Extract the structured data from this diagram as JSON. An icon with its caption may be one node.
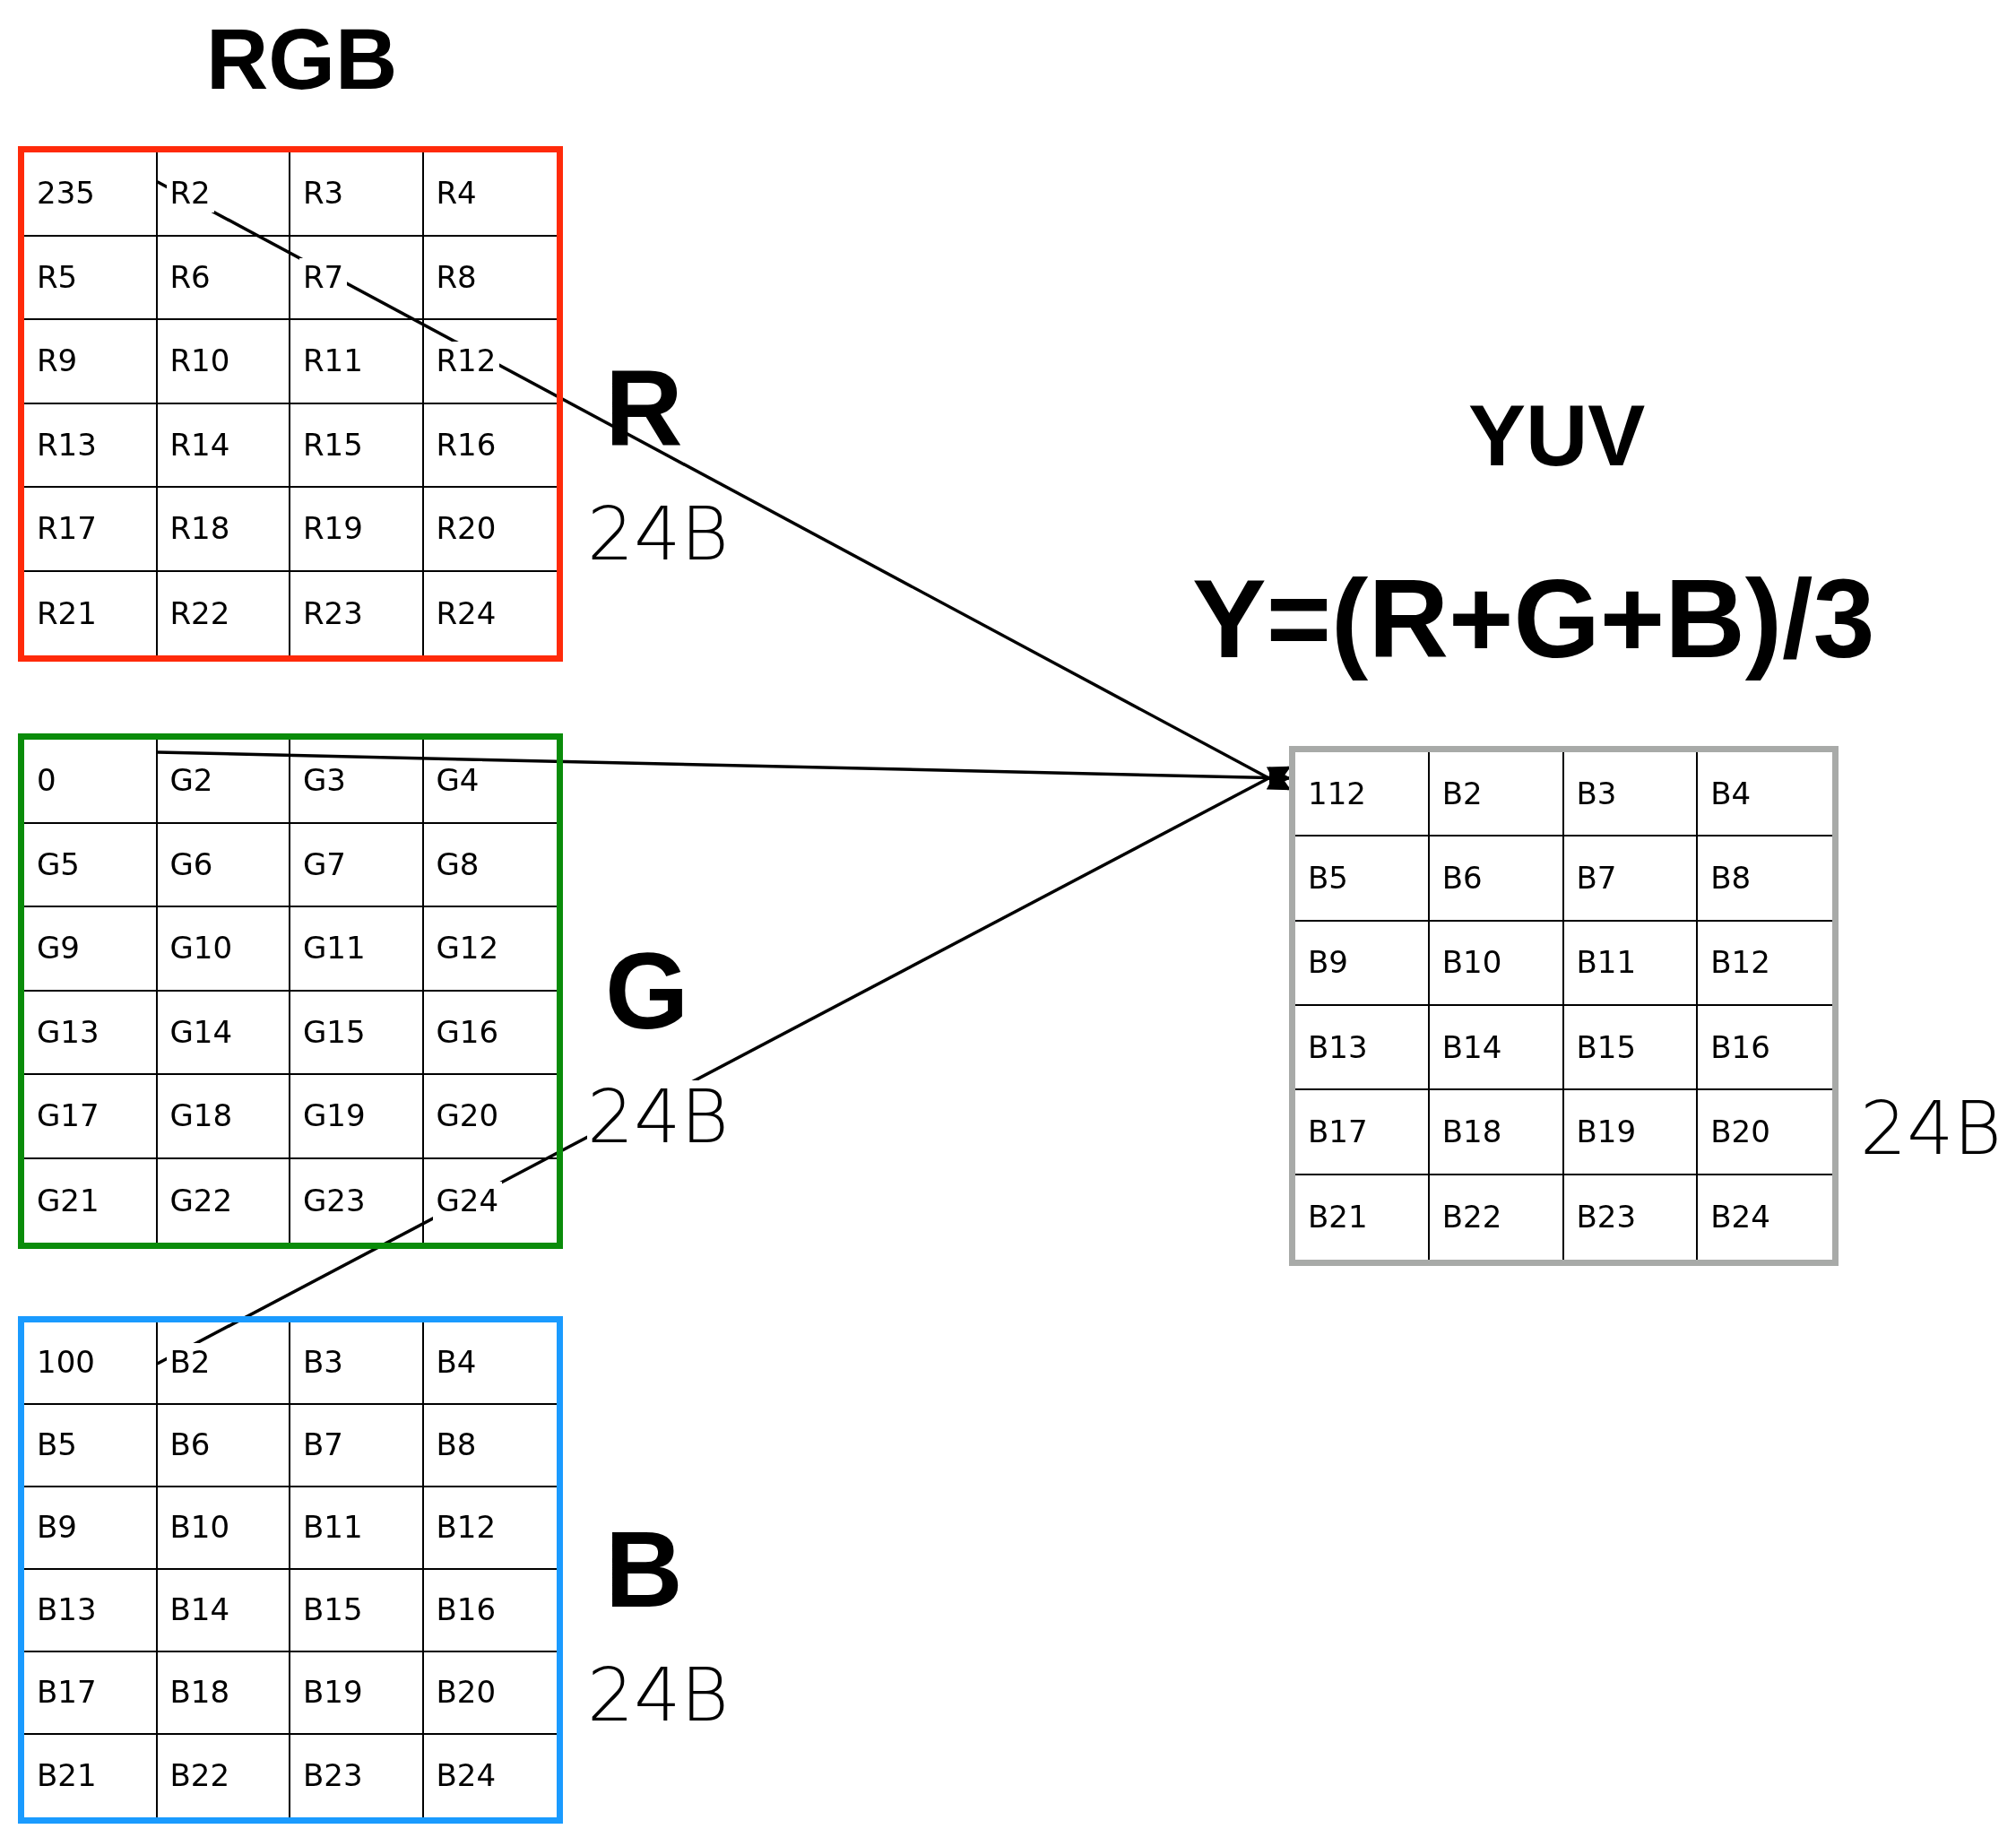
{
  "diagram": {
    "nodes": [
      {
        "text": [
          "R2",
          "R3",
          "R4",
          "R5",
          "R6",
          "R7",
          "R8",
          "R9",
          "R10",
          "R11",
          "R12",
          "R13",
          "R14",
          "R15",
          "R16",
          "R17",
          "R18",
          "R19",
          "R20",
          "R21",
          "R22",
          "R23",
          "R24"
        ],
        "beside": [
          "R",
          "24B"
        ]
      },
      {
        "text": [
          "235"
        ],
        "in": 0
      },
      {
        "text": [
          "G2",
          "G3",
          "G4",
          "G5",
          "G6",
          "G7",
          "G8",
          "G9",
          "G10",
          "G11",
          "G12",
          "G13",
          "G14",
          "G15",
          "G16",
          "G17",
          "G18",
          "G19",
          "G20",
          "G21",
          "G22",
          "G23",
          "G24"
        ],
        "beside": [
          "G",
          "24B"
        ]
      },
      {
        "text": [
          "0"
        ],
        "in": 2
      },
      {
        "text": [
          "B2",
          "B3",
          "B4",
          "B5",
          "B6",
          "B7",
          "B8",
          "B9",
          "B10",
          "B11",
          "B12",
          "B13",
          "B14",
          "B15",
          "B16",
          "B17",
          "B18",
          "B19",
          "B20",
          "B21",
          "B22",
          "B23",
          "B24"
        ],
        "beside": [
          "B",
          "24B"
        ]
      },
      {
        "text": [
          "100"
        ],
        "in": 4
      },
      {
        "text": [
          "112",
          "B2",
          "B3",
          "B4",
          "B5",
          "B6",
          "B7",
          "B8",
          "B9",
          "B10",
          "B11",
          "B12",
          "B13",
          "B14",
          "B15",
          "B16",
          "B17",
          "B18",
          "B19",
          "B20",
          "B21",
          "B22",
          "B23",
          "B24"
        ],
        "beside": [
          "24B"
        ]
      }
    ],
    "edges": [
      {
        "from": 1,
        "to": 6,
        "arrow": "to"
      },
      {
        "from": 3,
        "to": 6,
        "arrow": "to"
      },
      {
        "from": 5,
        "to": 6,
        "arrow": "to"
      }
    ],
    "labels": [
      "RGB",
      "YUV",
      "Y=(R+G+B)/3"
    ]
  }
}
